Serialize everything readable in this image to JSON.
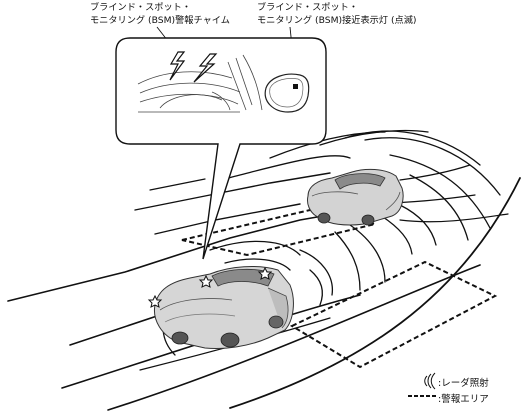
{
  "labels": {
    "chime_line1": "ブラインド・スポット・",
    "chime_line2": "モニタリング (BSM)警報チャイム",
    "indicator_line1": "ブラインド・スポット・",
    "indicator_line2": "モニタリング (BSM)接近表示灯 (点滅)"
  },
  "legend": {
    "radar": ":レーダ照射",
    "area": ":警報エリア"
  }
}
